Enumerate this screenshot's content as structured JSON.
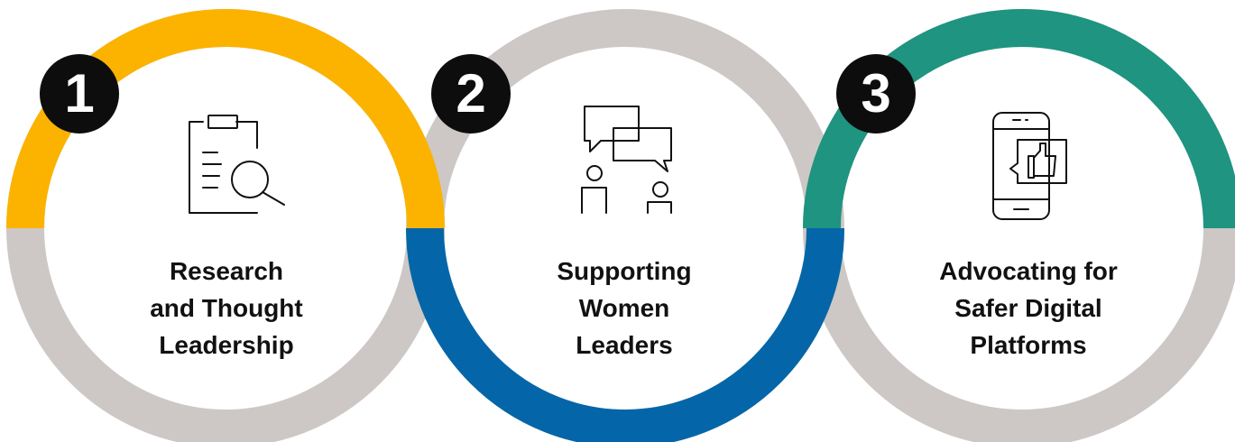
{
  "colors": {
    "ring_gray": "#cdc8c6",
    "ring_yellow": "#fbb300",
    "ring_blue": "#0466a8",
    "ring_teal": "#1f9480",
    "badge": "#0d0d0d",
    "text": "#111111"
  },
  "steps": [
    {
      "number": "1",
      "lines": [
        "Research",
        "and Thought",
        "Leadership"
      ],
      "icon": "clipboard-magnifier-icon",
      "accent": "#fbb300",
      "accent_half": "top"
    },
    {
      "number": "2",
      "lines": [
        "Supporting",
        "Women",
        "Leaders"
      ],
      "icon": "conversation-people-icon",
      "accent": "#0466a8",
      "accent_half": "bottom"
    },
    {
      "number": "3",
      "lines": [
        "Advocating for",
        "Safer Digital",
        "Platforms"
      ],
      "icon": "phone-thumbs-up-icon",
      "accent": "#1f9480",
      "accent_half": "top"
    }
  ]
}
